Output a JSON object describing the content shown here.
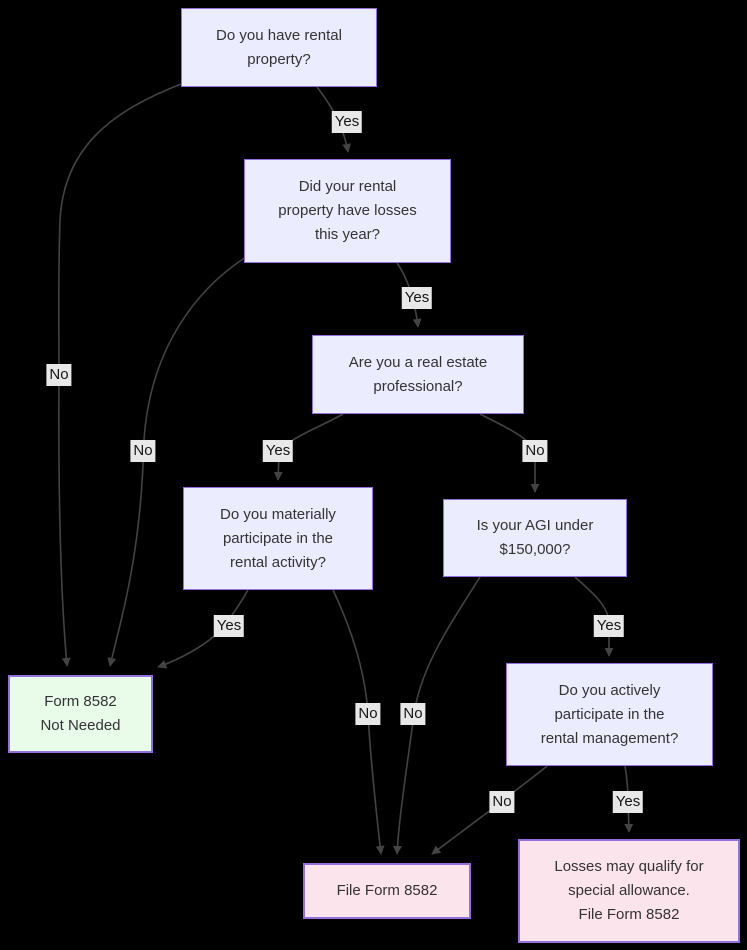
{
  "diagram": {
    "type": "flowchart",
    "direction": "top-down",
    "colors": {
      "background": "#000000",
      "question_fill": "#ECECFF",
      "question_border": "#9370DB",
      "success_fill": "#E9FBE9",
      "action_fill": "#FCE4EC",
      "result_border": "#9370DB",
      "edge": "#434343",
      "edge_label_bg": "#E8E8E8",
      "edge_label_text": "#151515",
      "node_text": "#333333"
    },
    "nodes": {
      "q_rental": {
        "text": "Do you have rental\nproperty?",
        "kind": "question"
      },
      "q_losses": {
        "text": "Did your rental\nproperty have losses\nthis year?",
        "kind": "question"
      },
      "q_professional": {
        "text": "Are you a real estate\nprofessional?",
        "kind": "question"
      },
      "q_material": {
        "text": "Do you materially\nparticipate in the\nrental activity?",
        "kind": "question"
      },
      "q_agi": {
        "text": "Is your AGI under\n$150,000?",
        "kind": "question"
      },
      "q_active": {
        "text": "Do you actively\nparticipate in the\nrental management?",
        "kind": "question"
      },
      "r_not_needed": {
        "text": "Form 8582\nNot Needed",
        "kind": "success"
      },
      "r_file": {
        "text": "File Form 8582",
        "kind": "action"
      },
      "r_allowance": {
        "text": "Losses may qualify for\nspecial allowance.\nFile Form 8582",
        "kind": "action"
      }
    },
    "edges": [
      {
        "from": "q_rental",
        "to": "q_losses",
        "label": "Yes"
      },
      {
        "from": "q_rental",
        "to": "r_not_needed",
        "label": "No"
      },
      {
        "from": "q_losses",
        "to": "q_professional",
        "label": "Yes"
      },
      {
        "from": "q_losses",
        "to": "r_not_needed",
        "label": "No"
      },
      {
        "from": "q_professional",
        "to": "q_material",
        "label": "Yes"
      },
      {
        "from": "q_professional",
        "to": "q_agi",
        "label": "No"
      },
      {
        "from": "q_material",
        "to": "r_not_needed",
        "label": "Yes"
      },
      {
        "from": "q_material",
        "to": "r_file",
        "label": "No"
      },
      {
        "from": "q_agi",
        "to": "r_file",
        "label": "No"
      },
      {
        "from": "q_agi",
        "to": "q_active",
        "label": "Yes"
      },
      {
        "from": "q_active",
        "to": "r_file",
        "label": "No"
      },
      {
        "from": "q_active",
        "to": "r_allowance",
        "label": "Yes"
      }
    ]
  }
}
